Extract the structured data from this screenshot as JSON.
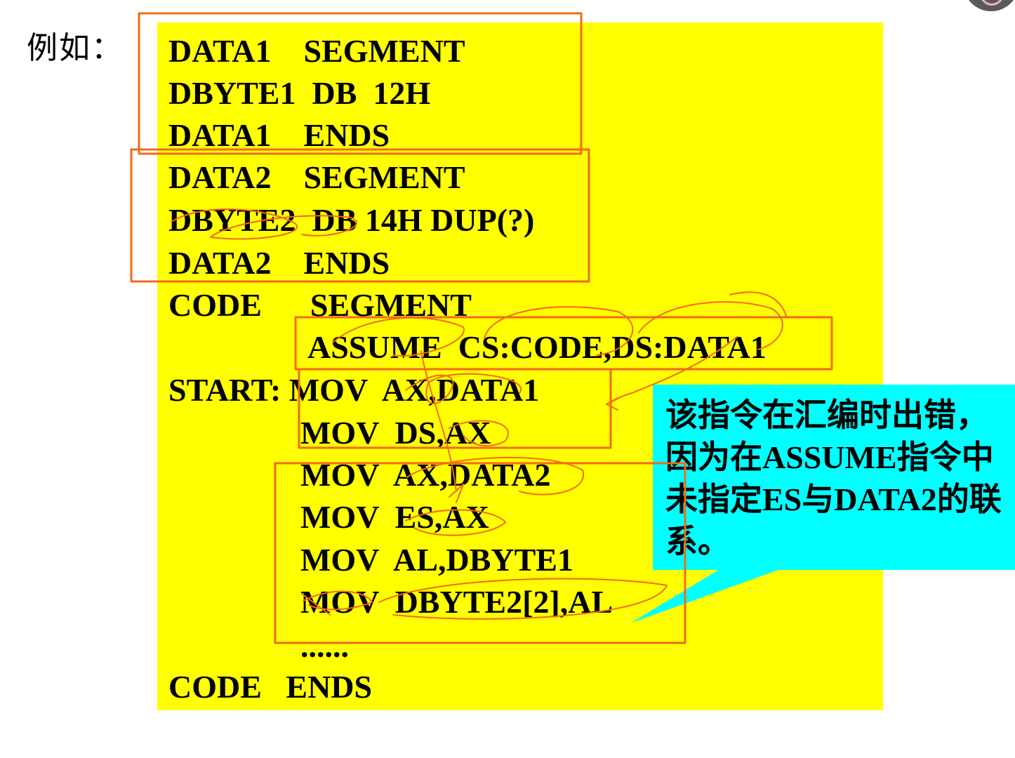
{
  "slide": {
    "example_label": "例如：",
    "code_lines": [
      "DATA1    SEGMENT",
      "DBYTE1  DB  12H",
      "DATA1    ENDS",
      "DATA2    SEGMENT",
      "DBYTE2  DB 14H DUP(?)",
      "DATA2    ENDS",
      "CODE      SEGMENT",
      "ASSUME  CS:CODE,DS:DATA1",
      "START: MOV  AX,DATA1",
      "MOV  DS,AX",
      "MOV  AX,DATA2",
      "MOV  ES,AX",
      "MOV  AL,DBYTE1",
      "MOV  DBYTE2[2],AL",
      "......",
      "CODE   ENDS"
    ],
    "callout_text": "该指令在汇编时出错，因为在ASSUME指令中未指定ES与DATA2的联系。"
  },
  "colors": {
    "code_background": "#ffff00",
    "callout_background": "#00ffff",
    "annotation_stroke": "#f26a1b",
    "text": "#000000"
  },
  "icons": {
    "corner_widget": "record-indicator-icon"
  }
}
